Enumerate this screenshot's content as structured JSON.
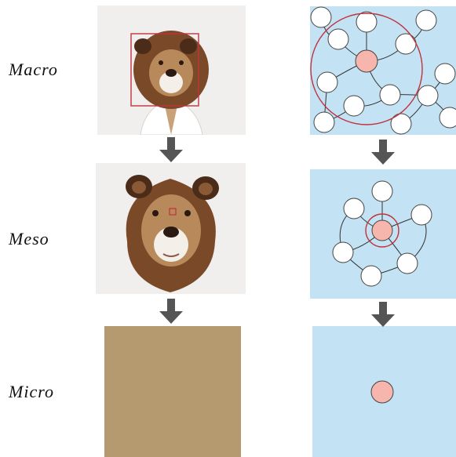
{
  "labels": {
    "macro": "Macro",
    "meso": "Meso",
    "micro": "Micro"
  },
  "colors": {
    "photo_bg": "#f1eeee",
    "graph_bg": "#c3e3f4",
    "node_fill": "#ffffff",
    "center_node_fill": "#f7b6ad",
    "highlight_ring": "#c0323c",
    "edge": "#333333",
    "arrow": "#555555",
    "fur_brown": "#7a4a28",
    "dog_tan": "#b28a5c",
    "pixel_patch": "#b49a6e"
  },
  "icons": {
    "arrow": "down-arrow-icon",
    "subject": "dog-in-bear-hood-illustration"
  }
}
